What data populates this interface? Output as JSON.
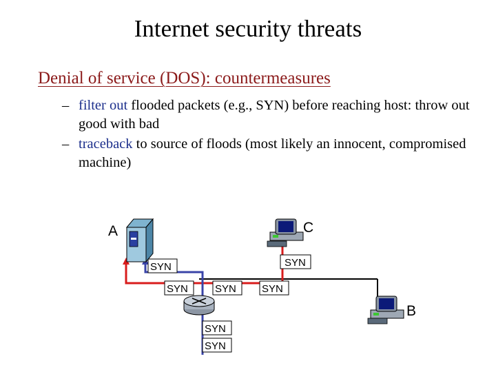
{
  "slide": {
    "title": "Internet security threats",
    "heading": "Denial of service (DOS): countermeasures",
    "bullets": [
      {
        "dash": "–",
        "highlight": "filter out",
        "rest": " flooded packets (e.g., SYN) before reaching host: throw out good with bad"
      },
      {
        "dash": "–",
        "highlight": "traceback",
        "rest": " to source of floods (most likely an innocent, compromised machine)"
      }
    ]
  },
  "diagram": {
    "nodes": {
      "a": "A",
      "b": "B",
      "c": "C"
    },
    "packets": [
      "SYN",
      "SYN",
      "SYN",
      "SYN",
      "SYN",
      "SYN",
      "SYN"
    ]
  },
  "colors": {
    "heading": "#8b1a1a",
    "highlight": "#1c2f8c",
    "trace_red": "#d81c1c",
    "trace_blue": "#3a44a8"
  }
}
